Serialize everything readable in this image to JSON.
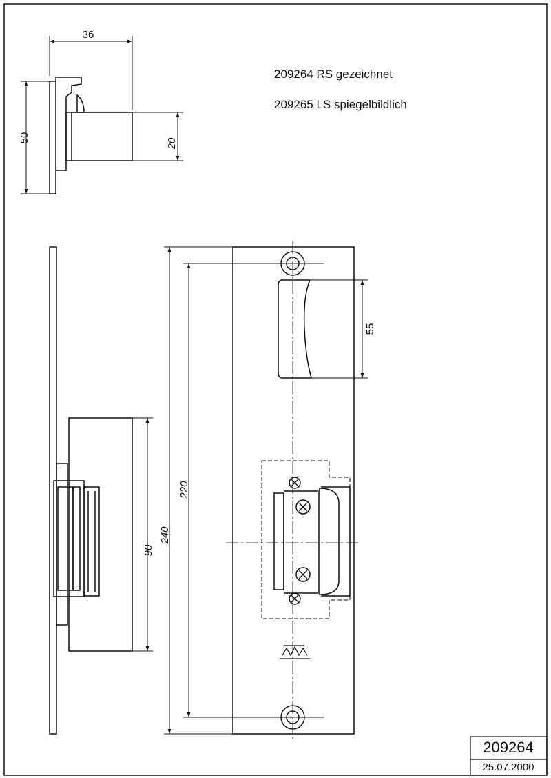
{
  "notes": {
    "line1": "209264 RS gezeichnet",
    "line2": "209265 LS spiegelbildlich"
  },
  "dimensions": {
    "top_width": "36",
    "top_height": "50",
    "top_depth": "20",
    "opening_height": "55",
    "body_height": "90",
    "overall_length": "240",
    "hole_spacing": "220"
  },
  "title_block": {
    "drawing_number": "209264",
    "date": "25.07.2000"
  }
}
